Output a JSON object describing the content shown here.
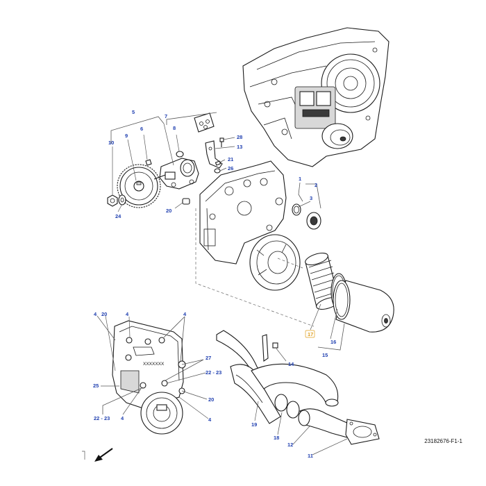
{
  "diagram": {
    "drawing_ref": "23182676-F1-1",
    "highlight_color": "#e0a020",
    "callout_color": "#1f3fb0",
    "callouts": [
      {
        "id": "c5a",
        "label": "5"
      },
      {
        "id": "c7",
        "label": "7"
      },
      {
        "id": "c8",
        "label": "8"
      },
      {
        "id": "c6",
        "label": "6"
      },
      {
        "id": "c9",
        "label": "9"
      },
      {
        "id": "c10",
        "label": "10"
      },
      {
        "id": "c28",
        "label": "28"
      },
      {
        "id": "c13",
        "label": "13"
      },
      {
        "id": "c21",
        "label": "21"
      },
      {
        "id": "c26",
        "label": "26"
      },
      {
        "id": "c24",
        "label": "24"
      },
      {
        "id": "c20a",
        "label": "20"
      },
      {
        "id": "c1",
        "label": "1"
      },
      {
        "id": "c2",
        "label": "2"
      },
      {
        "id": "c3",
        "label": "3"
      },
      {
        "id": "c17",
        "label": "17",
        "highlighted": true
      },
      {
        "id": "c16",
        "label": "16"
      },
      {
        "id": "c15",
        "label": "15"
      },
      {
        "id": "c14",
        "label": "14"
      },
      {
        "id": "c4a",
        "label": "4"
      },
      {
        "id": "c20b",
        "label": "20"
      },
      {
        "id": "c4b",
        "label": "4"
      },
      {
        "id": "c4c",
        "label": "4"
      },
      {
        "id": "c27",
        "label": "27"
      },
      {
        "id": "c2223a",
        "label": "22 - 23"
      },
      {
        "id": "c25",
        "label": "25"
      },
      {
        "id": "c20c",
        "label": "20"
      },
      {
        "id": "c2223b",
        "label": "22 - 23"
      },
      {
        "id": "c4d",
        "label": "4"
      },
      {
        "id": "c4e",
        "label": "4"
      },
      {
        "id": "c19",
        "label": "19"
      },
      {
        "id": "c18",
        "label": "18"
      },
      {
        "id": "c12",
        "label": "12"
      },
      {
        "id": "c11",
        "label": "11"
      }
    ],
    "cover_marking": "XXXXXXX",
    "navigation": {
      "icon": "arrow-down-left-icon"
    }
  }
}
